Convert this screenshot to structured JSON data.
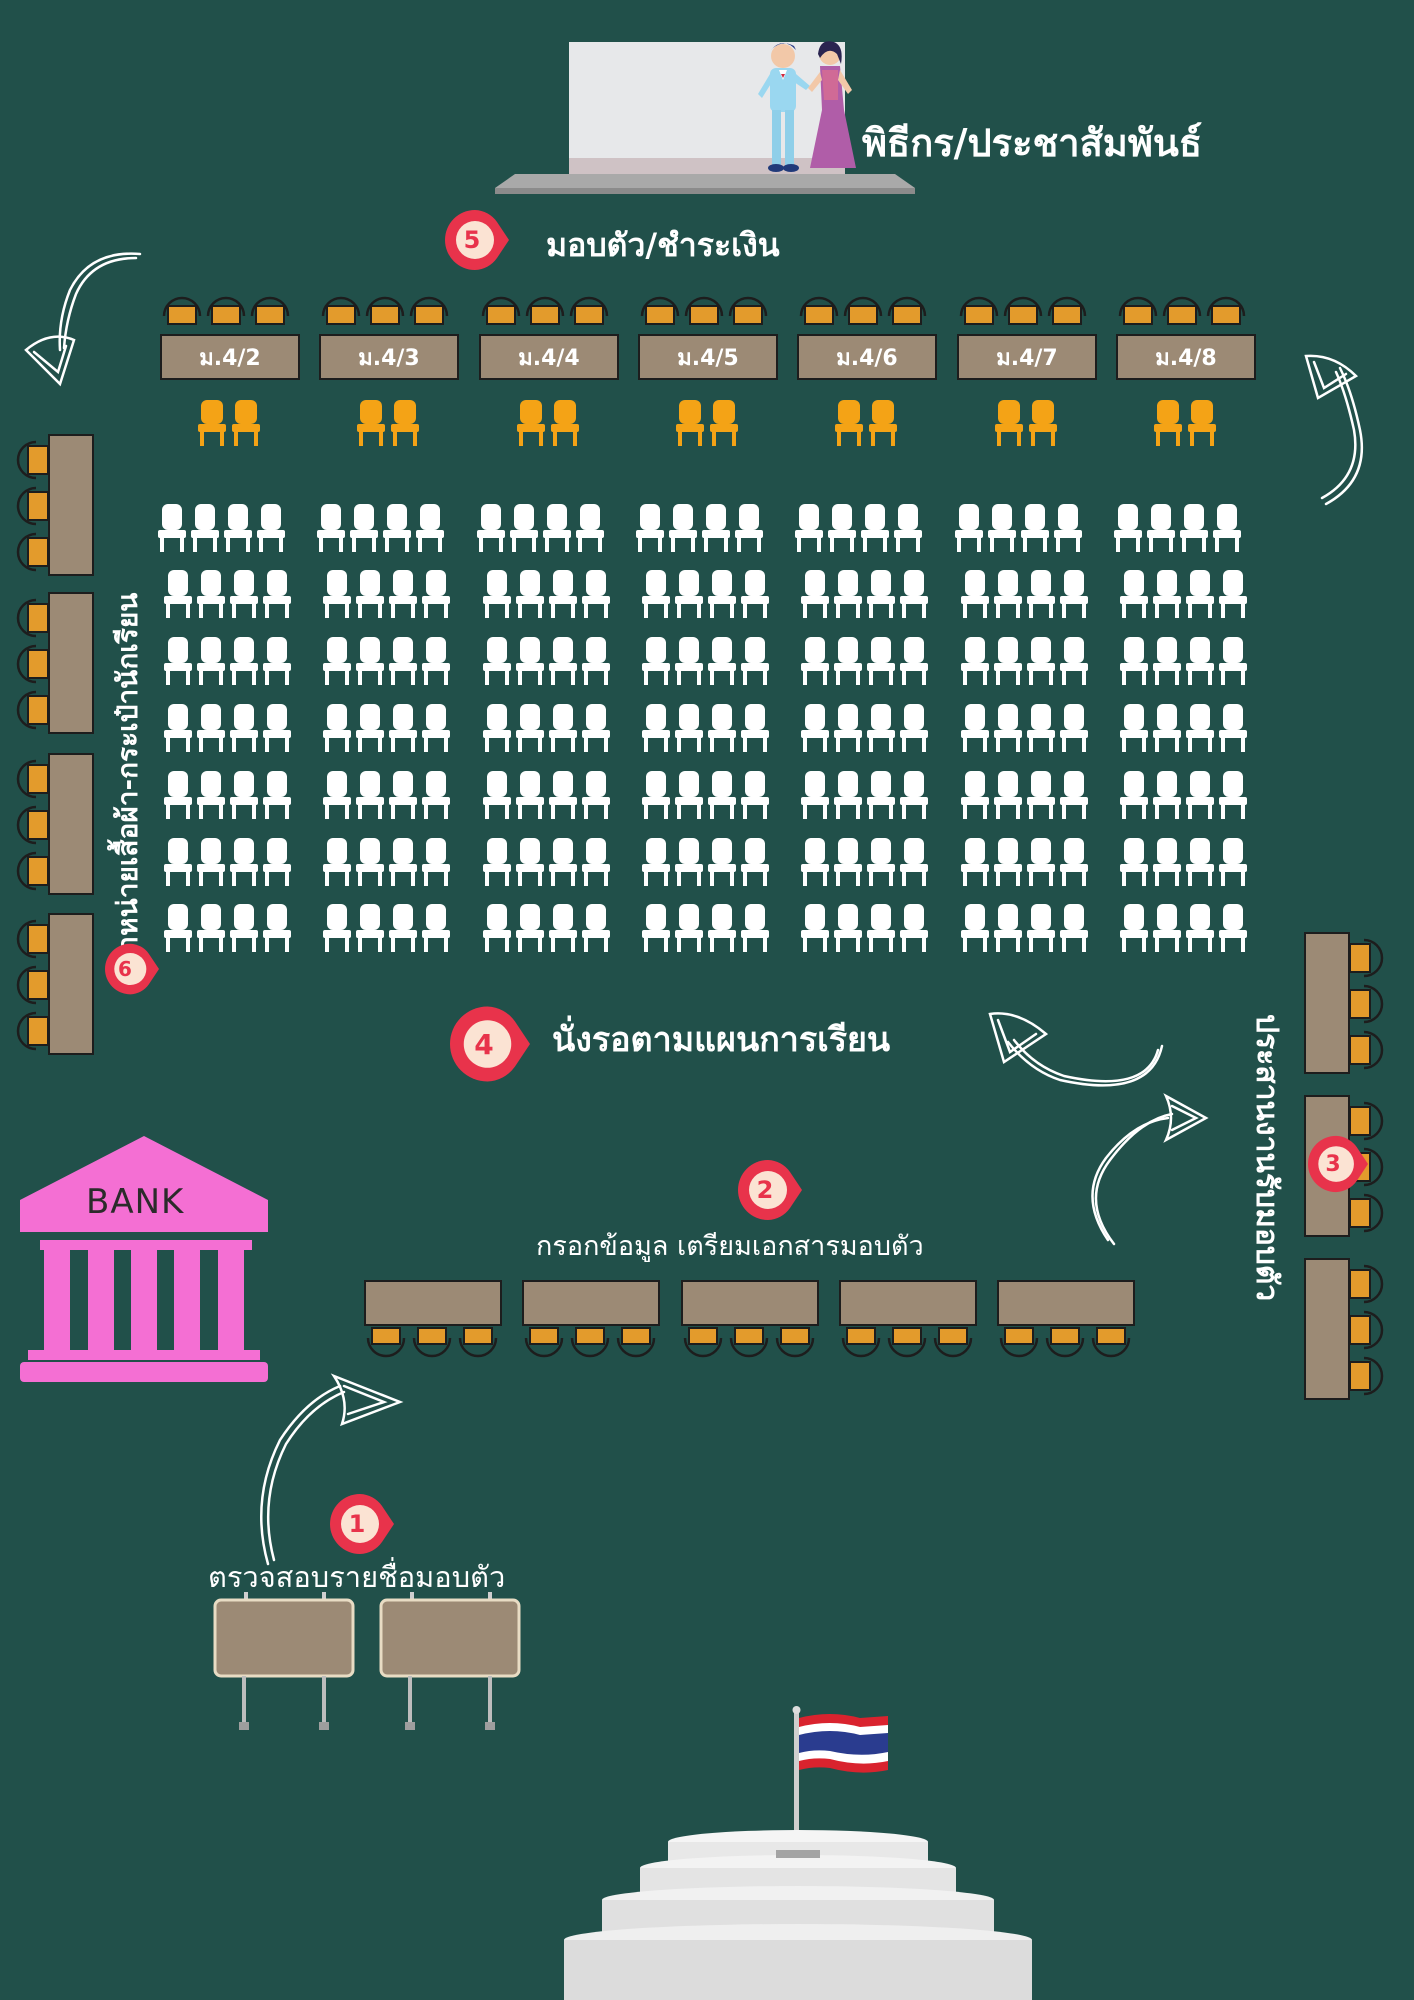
{
  "labels": {
    "mc": "พิธีกร/ประชาสัมพันธ์",
    "step1": "ตรวจสอบรายชื่อมอบตัว",
    "step2": "กรอกข้อมูล เตรียมเอกสารมอบตัว",
    "step3": "ประสานงานรับมอบตัว",
    "step4": "นั่งรอตามแผนการเรียน",
    "step5": "มอบตัว/ชำระเงิน",
    "step6": "จำหน่ายเสื้อผ้า-กระเป๋านักเรียน",
    "bank": "BANK"
  },
  "pins": [
    "1",
    "2",
    "3",
    "4",
    "5",
    "6"
  ],
  "classes": [
    "ม.4/2",
    "ม.4/3",
    "ม.4/4",
    "ม.4/5",
    "ม.4/6",
    "ม.4/7",
    "ม.4/8"
  ],
  "icons": [
    "stage-icon",
    "mc-couple-icon",
    "bank-icon",
    "thai-flag-icon",
    "podium-icon",
    "chair-icon",
    "arrow-icon"
  ],
  "colors": {
    "background": "#21504a",
    "table": "#9c8a75",
    "chair_orange": "#e39b2c",
    "staff_chair": "#f4a316",
    "pin": "#e8334b",
    "bank": "#f46fd3"
  }
}
